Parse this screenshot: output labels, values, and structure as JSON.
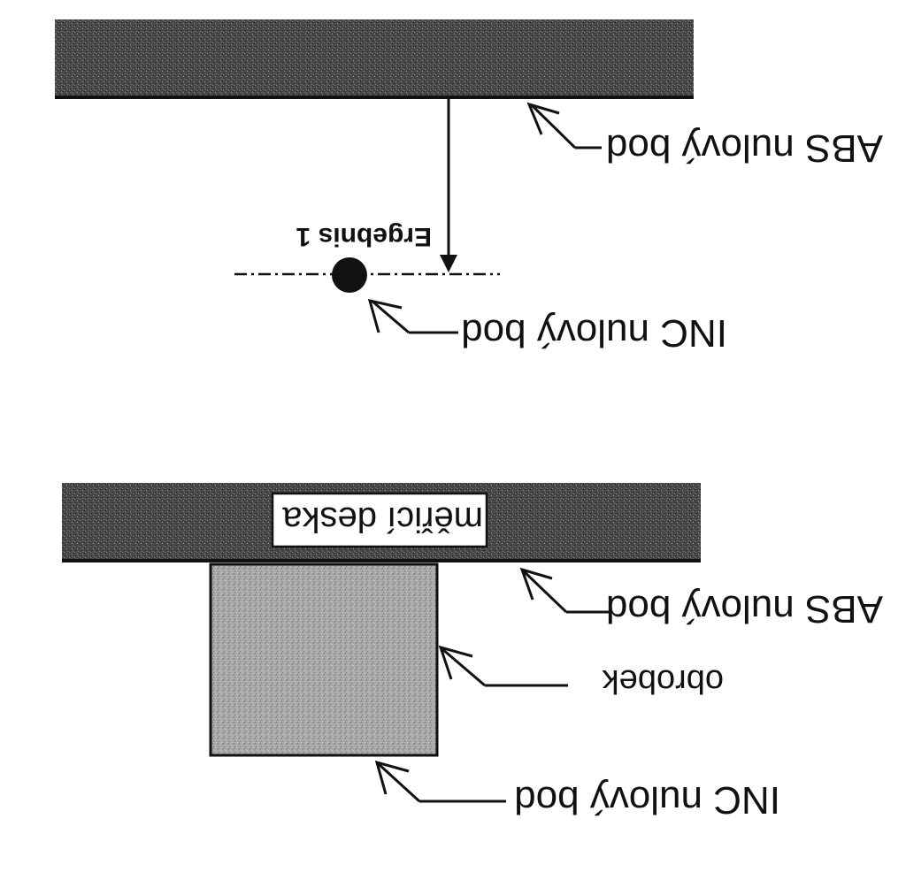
{
  "diagram": {
    "top": {
      "abs_label": "ABS nulový bod",
      "result_label": "Ergebnis 1",
      "inc_label": "INC nulový bod"
    },
    "bottom": {
      "board_label": "měřicí deska",
      "abs_label": "ABS nulový bod",
      "workpiece_label": "obrobek",
      "inc_label": "INC nulový bod"
    },
    "colors": {
      "bar_fill": "#4a4a4a",
      "workpiece_fill": "#a9a9a9",
      "ink": "#111111"
    }
  }
}
